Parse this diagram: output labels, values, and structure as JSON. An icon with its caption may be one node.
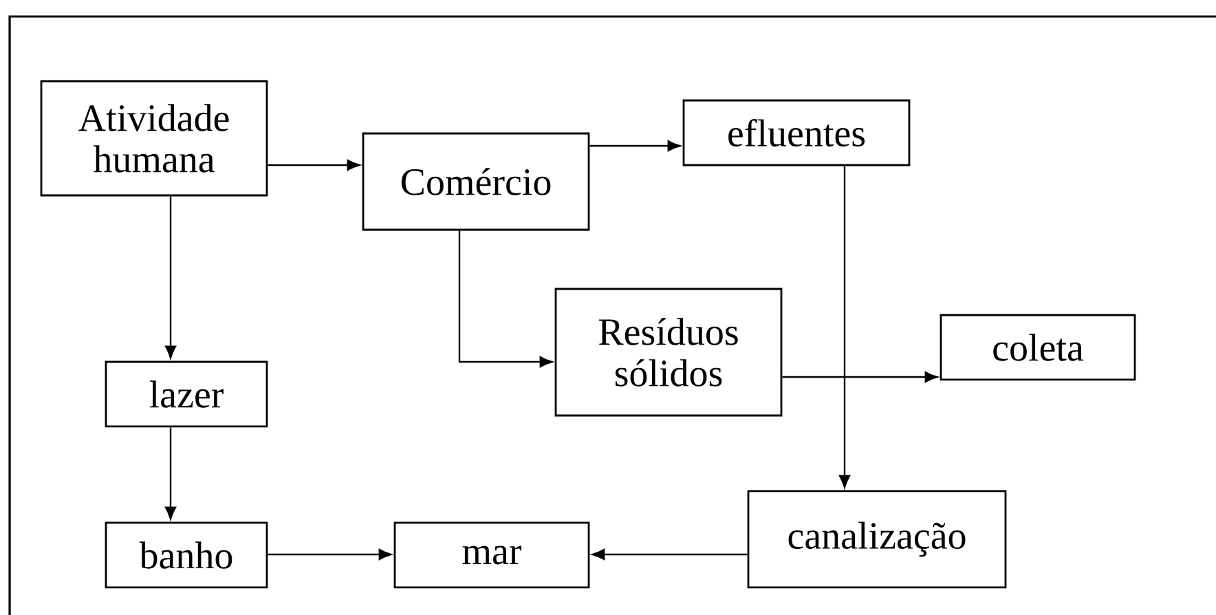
{
  "diagram": {
    "nodes": [
      {
        "text": [
          "Atividade humana"
        ]
      },
      {
        "text": [
          "Comércio"
        ]
      },
      {
        "text": [
          "efluentes"
        ]
      },
      {
        "text": [
          "Resíduos sólidos"
        ]
      },
      {
        "text": [
          "coleta"
        ]
      },
      {
        "text": [
          "lazer"
        ]
      },
      {
        "text": [
          "canalização"
        ]
      },
      {
        "text": [
          "banho"
        ]
      },
      {
        "text": [
          "mar"
        ]
      }
    ],
    "edges": [
      {
        "from": 0,
        "to": 1,
        "arrow": "to"
      },
      {
        "from": 1,
        "to": 2,
        "arrow": "to"
      },
      {
        "from": 0,
        "to": 5,
        "arrow": "to"
      },
      {
        "from": 1,
        "to": 3,
        "arrow": "to"
      },
      {
        "from": 3,
        "to": 4,
        "arrow": "to"
      },
      {
        "from": 2,
        "to": 6,
        "arrow": "to"
      },
      {
        "from": 5,
        "to": 7,
        "arrow": "to"
      },
      {
        "from": 7,
        "to": 8,
        "arrow": "to"
      },
      {
        "from": 6,
        "to": 8,
        "arrow": "to"
      }
    ]
  }
}
